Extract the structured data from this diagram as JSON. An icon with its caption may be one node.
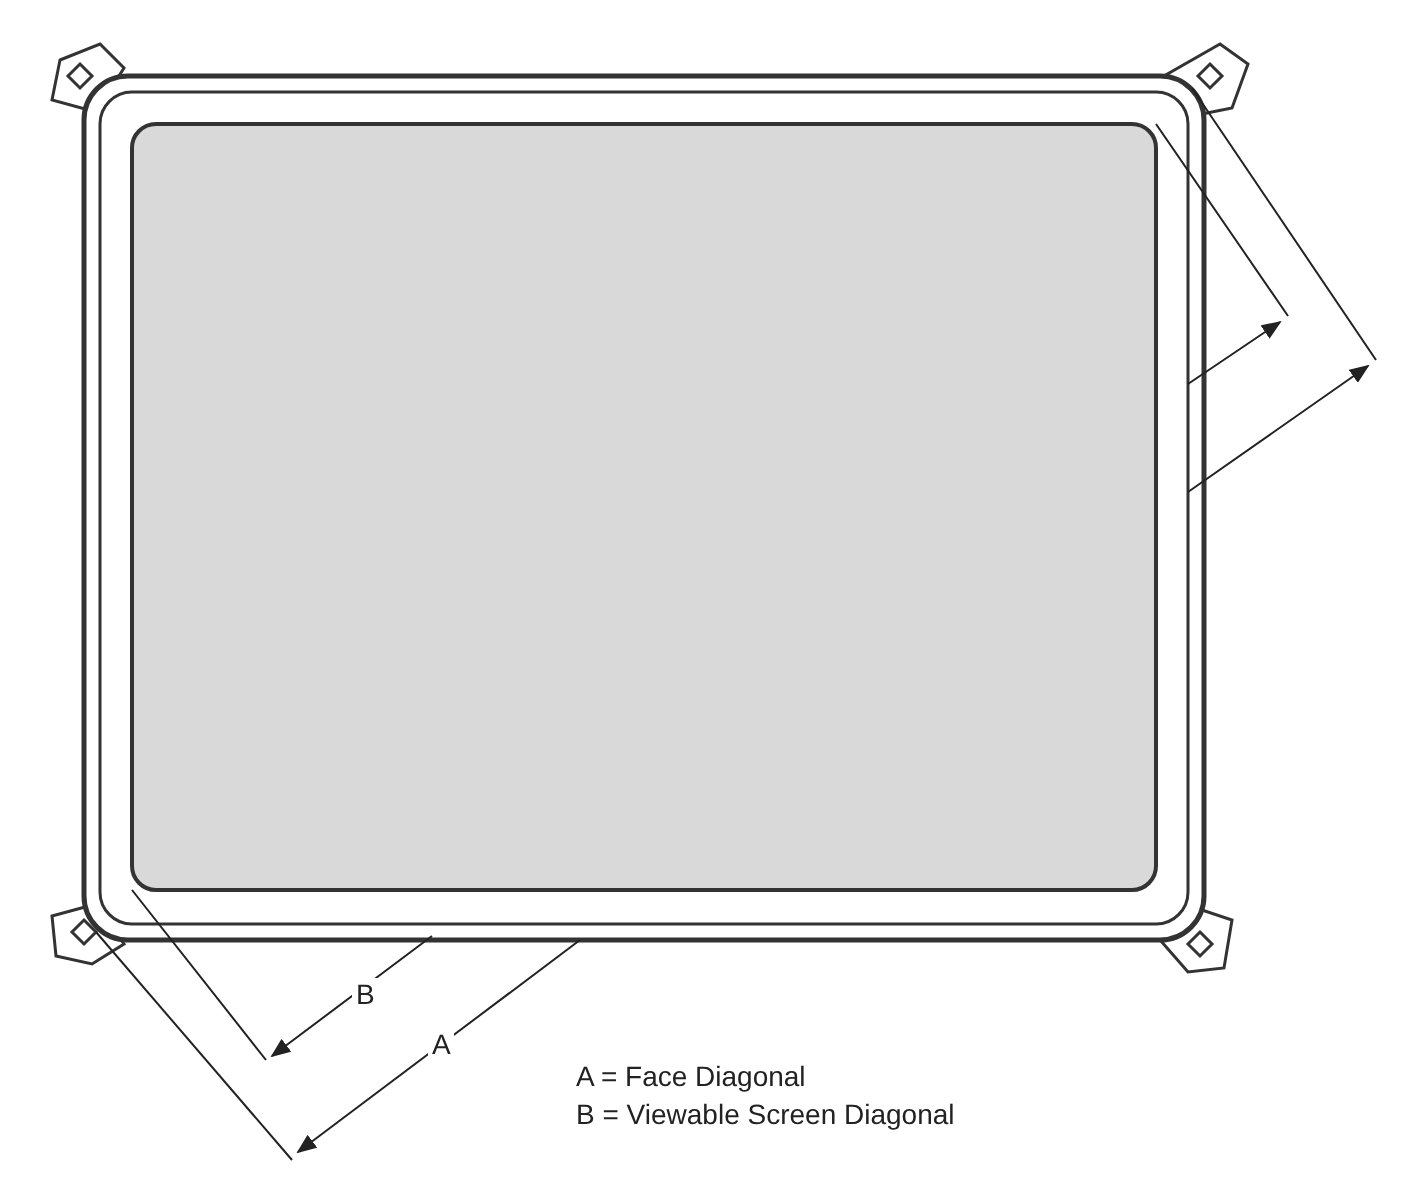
{
  "diagram": {
    "labels": [
      "B",
      "A",
      "A = Face Diagonal",
      "B = Viewable Screen Diagonal"
    ]
  }
}
